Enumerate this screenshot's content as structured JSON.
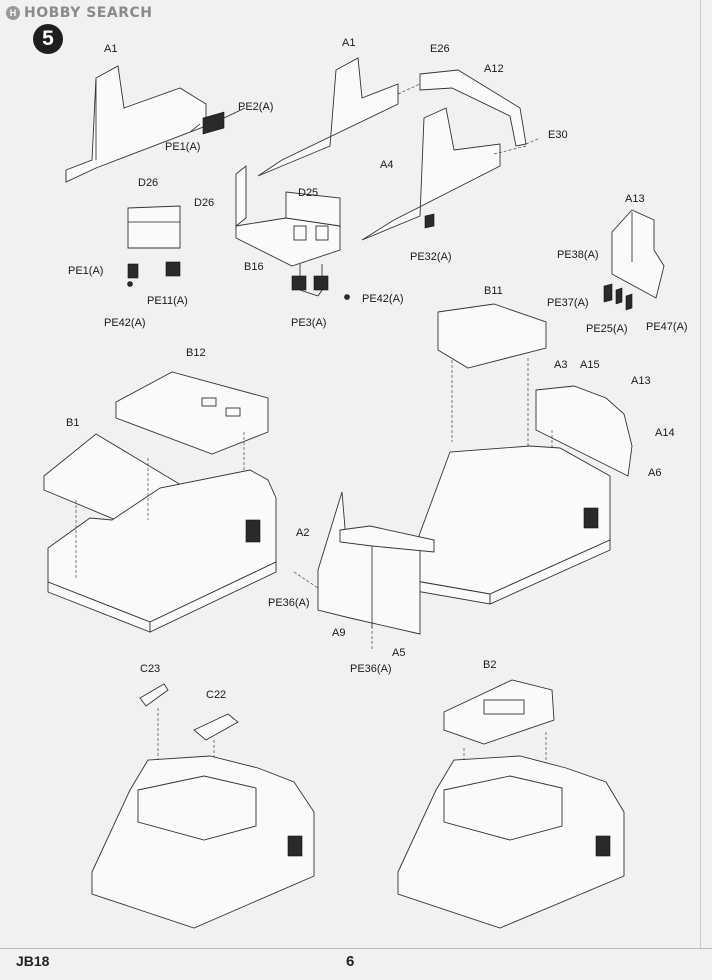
{
  "header": {
    "brand_mark": "H",
    "brand": "HOBBY SEARCH",
    "step_number": "5"
  },
  "labels": [
    {
      "id": "a1-left",
      "text": "A1"
    },
    {
      "id": "pe2a",
      "text": "PE2(A)"
    },
    {
      "id": "pe1a-top",
      "text": "PE1(A)"
    },
    {
      "id": "a1-mid",
      "text": "A1"
    },
    {
      "id": "e26",
      "text": "E26"
    },
    {
      "id": "a12",
      "text": "A12"
    },
    {
      "id": "e30",
      "text": "E30"
    },
    {
      "id": "a4",
      "text": "A4"
    },
    {
      "id": "d26-left",
      "text": "D26"
    },
    {
      "id": "d26-mid",
      "text": "D26"
    },
    {
      "id": "d25",
      "text": "D25"
    },
    {
      "id": "b16",
      "text": "B16"
    },
    {
      "id": "pe1a-left",
      "text": "PE1(A)"
    },
    {
      "id": "pe11a",
      "text": "PE11(A)"
    },
    {
      "id": "pe42a-left",
      "text": "PE42(A)"
    },
    {
      "id": "pe32a",
      "text": "PE32(A)"
    },
    {
      "id": "pe42a-mid",
      "text": "PE42(A)"
    },
    {
      "id": "pe3a",
      "text": "PE3(A)"
    },
    {
      "id": "a13-top",
      "text": "A13"
    },
    {
      "id": "pe38a",
      "text": "PE38(A)"
    },
    {
      "id": "pe37a",
      "text": "PE37(A)"
    },
    {
      "id": "pe25a",
      "text": "PE25(A)"
    },
    {
      "id": "pe47a",
      "text": "PE47(A)"
    },
    {
      "id": "b11",
      "text": "B11"
    },
    {
      "id": "b12",
      "text": "B12"
    },
    {
      "id": "b1",
      "text": "B1"
    },
    {
      "id": "a3",
      "text": "A3"
    },
    {
      "id": "a15",
      "text": "A15"
    },
    {
      "id": "a13-mid",
      "text": "A13"
    },
    {
      "id": "a14",
      "text": "A14"
    },
    {
      "id": "a6",
      "text": "A6"
    },
    {
      "id": "a2",
      "text": "A2"
    },
    {
      "id": "pe36a-left",
      "text": "PE36(A)"
    },
    {
      "id": "a9",
      "text": "A9"
    },
    {
      "id": "a5",
      "text": "A5"
    },
    {
      "id": "pe36a-bottom",
      "text": "PE36(A)"
    },
    {
      "id": "c23",
      "text": "C23"
    },
    {
      "id": "c22",
      "text": "C22"
    },
    {
      "id": "b2",
      "text": "B2"
    }
  ],
  "footer": {
    "code": "JB18",
    "page_number": "6"
  }
}
